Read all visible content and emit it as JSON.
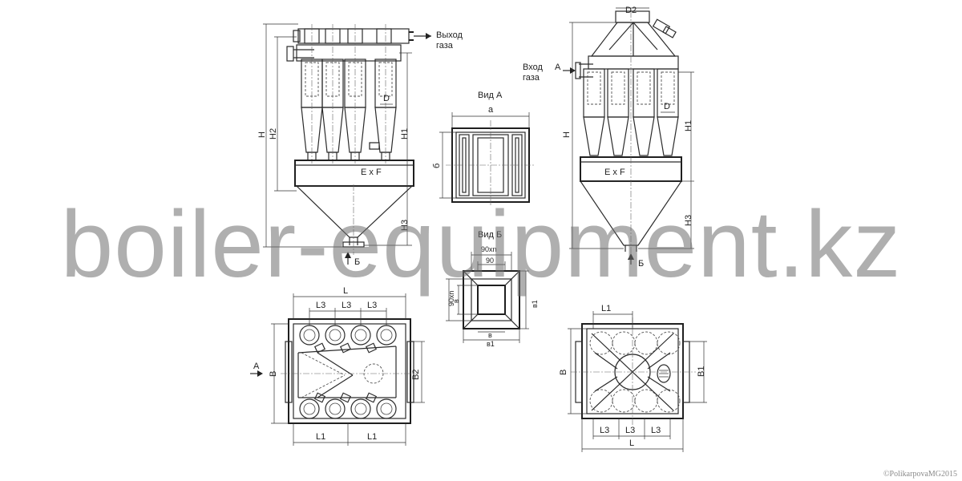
{
  "watermark": "boiler-equipment.kz",
  "copyright": "©PolikarpovaMG2015",
  "labels": {
    "gas_out": [
      "Выход",
      "газа"
    ],
    "gas_in": [
      "Вход",
      "газа"
    ],
    "view_a": "Вид А",
    "view_b": "Вид Б",
    "arrow_a": "А",
    "arrow_b": "Б",
    "H": "H",
    "H1": "H1",
    "H2": "H2",
    "H3": "H3",
    "D": "D",
    "D2": "D2",
    "ExF": "E x F",
    "a": "a",
    "b_cyr": "б",
    "90xn": "90xn",
    "90": "90",
    "v": "в",
    "v1": "в1",
    "L": "L",
    "L1": "L1",
    "L3": "L3",
    "B": "B",
    "B1": "B1",
    "B2": "B2"
  }
}
